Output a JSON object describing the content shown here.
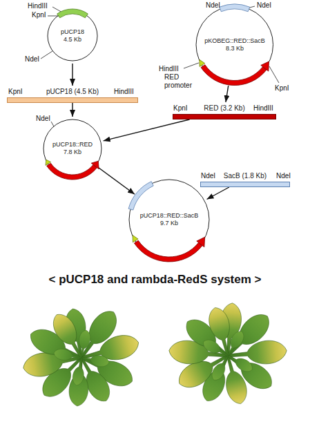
{
  "diagram": {
    "caption": "< pUCP18 and rambda-RedS system >",
    "nodes": [
      {
        "text": [
          "pUCP18",
          "4.5 Kb"
        ]
      },
      {
        "text": [
          "pKOBEG::RED::SacB",
          "8.3 Kb"
        ]
      },
      {
        "text": [
          "pUCP18 (4.5 Kb)"
        ]
      },
      {
        "text": [
          "RED (3.2 Kb)"
        ]
      },
      {
        "text": [
          "pUCP18::RED",
          "7.8 Kb"
        ]
      },
      {
        "text": [
          "SacB (1.8 Kb)"
        ]
      },
      {
        "text": [
          "pUCP18::RED::SacB",
          "9.7 Kb"
        ]
      }
    ],
    "edges": [
      {
        "from": 0,
        "to": 2,
        "arrow": "to"
      },
      {
        "from": 1,
        "to": 3,
        "arrow": "to"
      },
      {
        "from": 2,
        "to": 4,
        "arrow": "to"
      },
      {
        "from": 3,
        "to": 4,
        "arrow": "to"
      },
      {
        "from": 4,
        "to": 6,
        "arrow": "to"
      },
      {
        "from": 5,
        "to": 6,
        "arrow": "to"
      }
    ],
    "labels": [
      "HindIII",
      "KpnI",
      "NdeI",
      "NdeI",
      "NdeI",
      "HindIII",
      "RED promoter",
      "KpnI",
      "KpnI",
      "HindIII",
      "KpnI",
      "HindIII",
      "NdeI",
      "NdeI",
      "NdeI"
    ]
  }
}
